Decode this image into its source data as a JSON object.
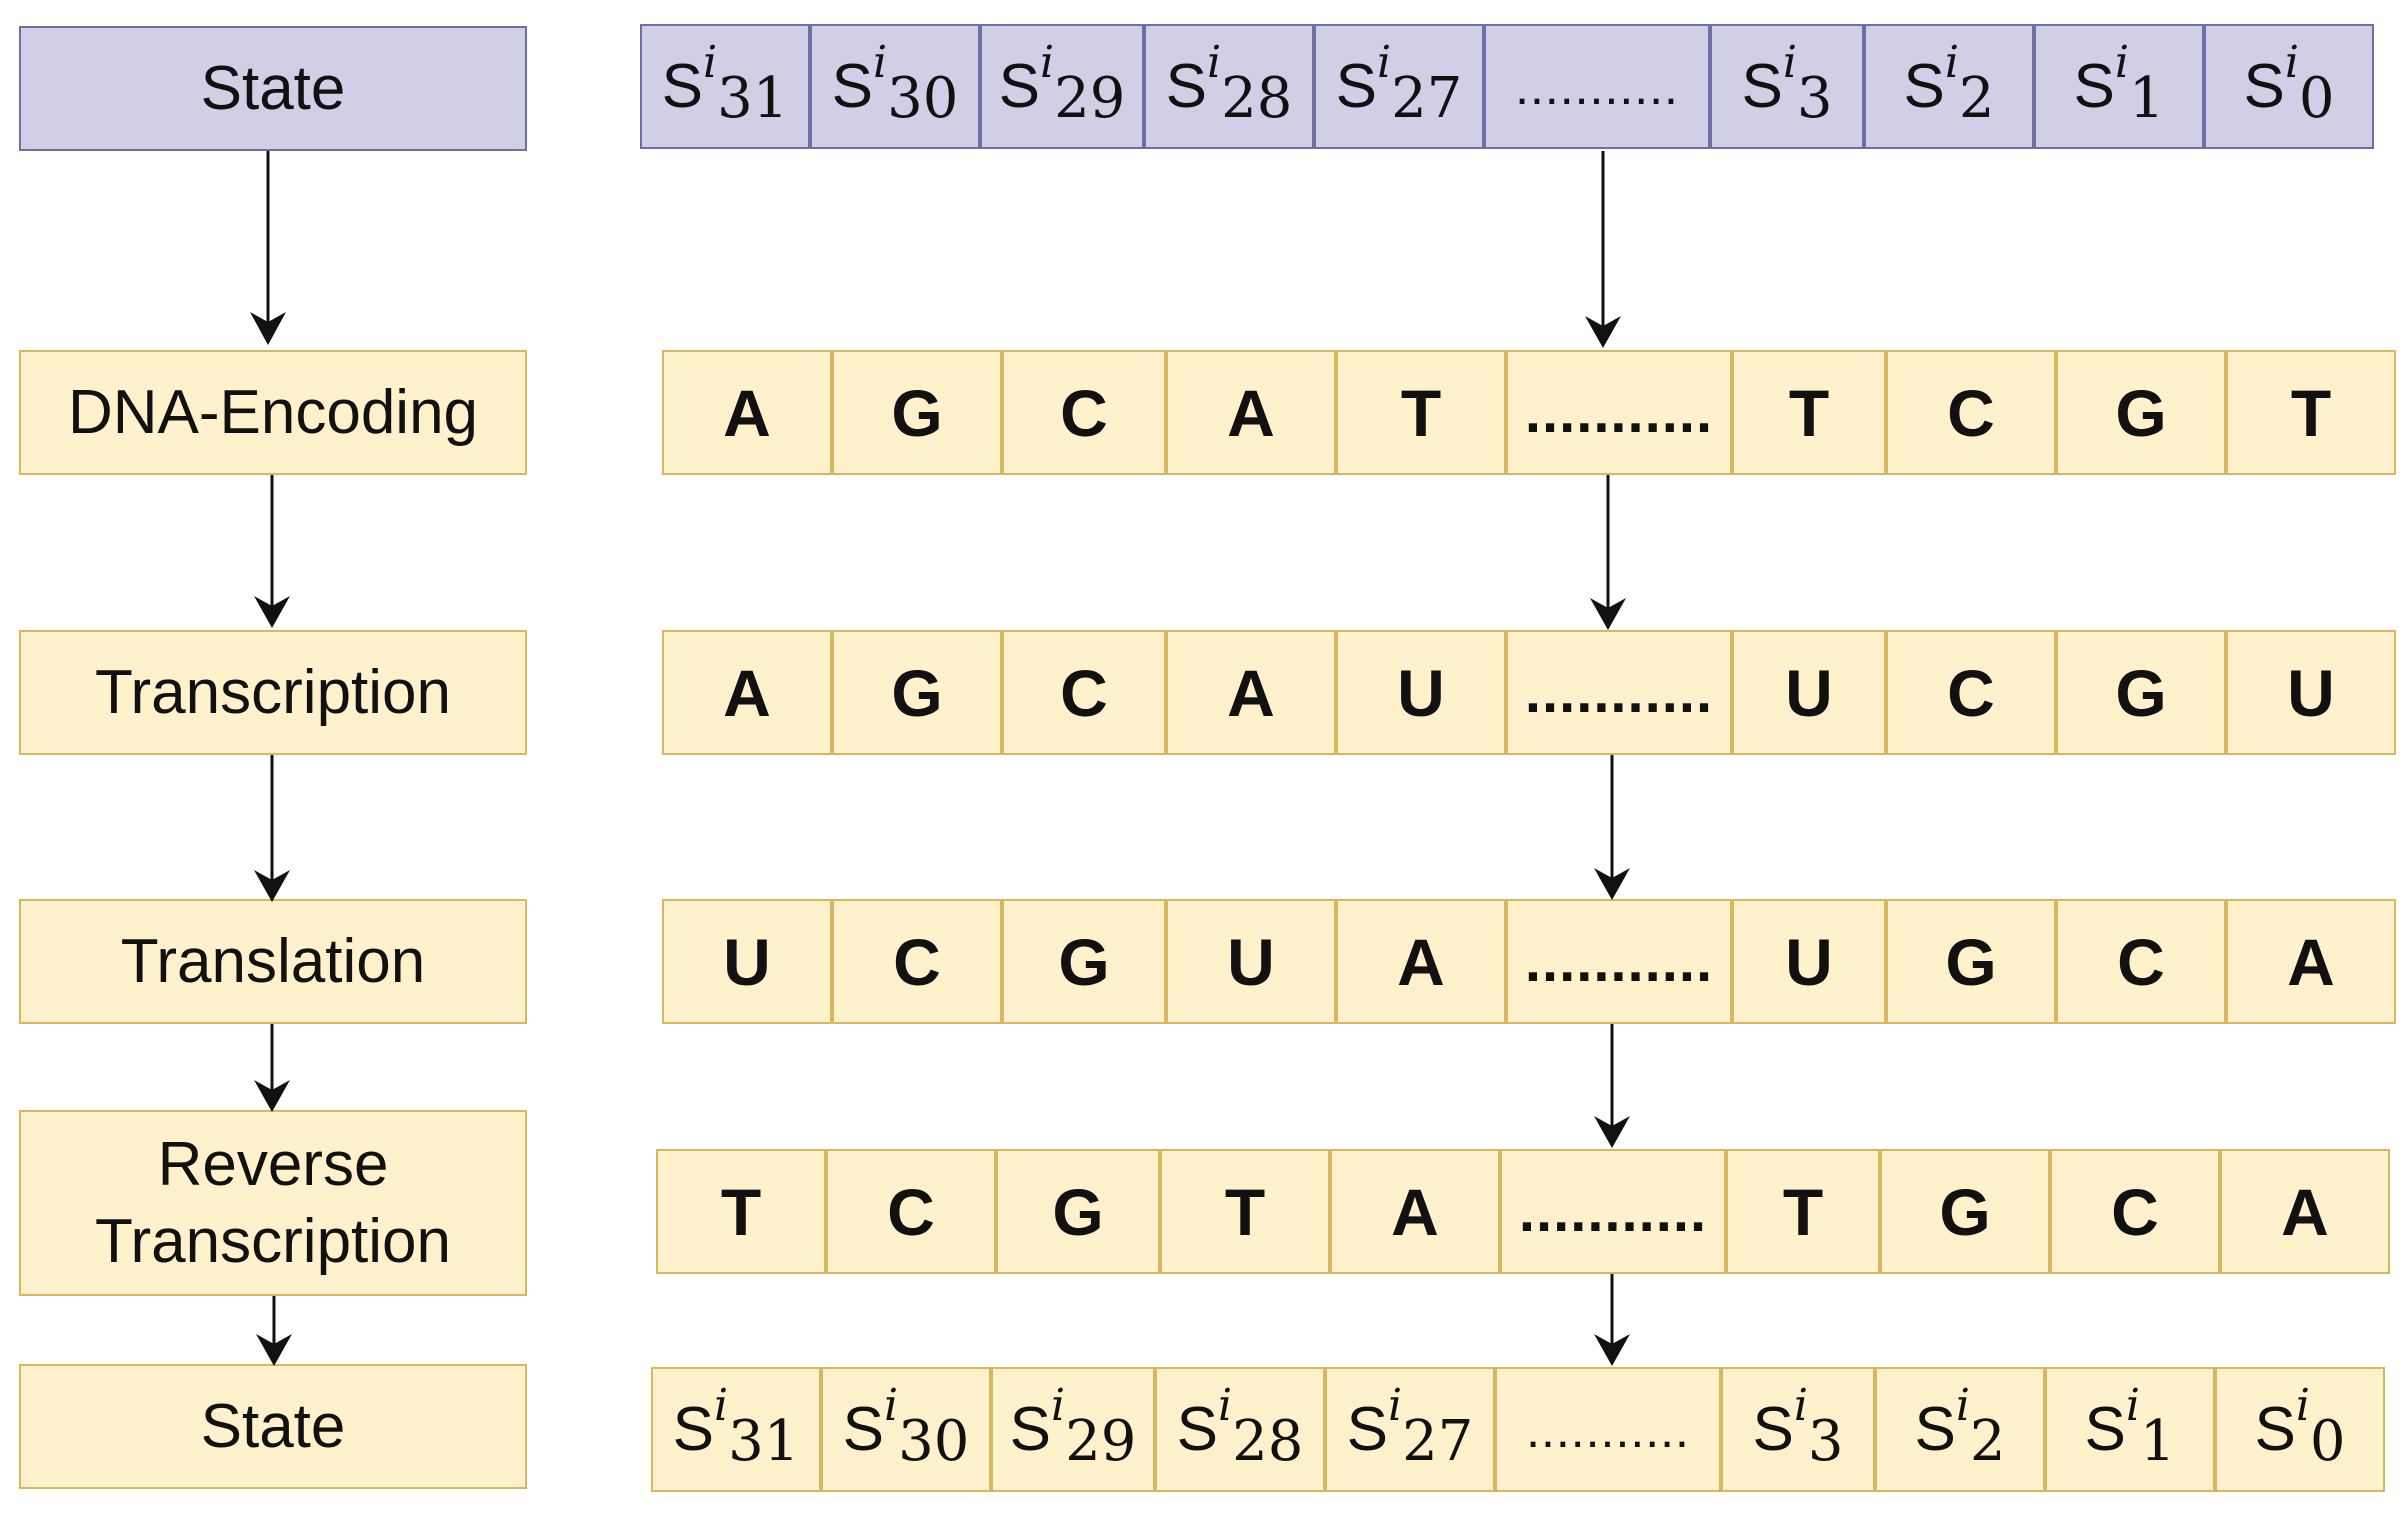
{
  "labels": [
    "State",
    "DNA-Encoding",
    "Transcription",
    "Translation",
    "Reverse Transcription",
    "State"
  ],
  "state_symbol": "S",
  "state_superscript": "i",
  "state_subscripts": [
    "31",
    "30",
    "29",
    "28",
    "27",
    "3",
    "2",
    "1",
    "0"
  ],
  "ellipsis": "...........",
  "dna_encoding": [
    "A",
    "G",
    "C",
    "A",
    "T",
    "T",
    "C",
    "G",
    "T"
  ],
  "transcription": [
    "A",
    "G",
    "C",
    "A",
    "U",
    "U",
    "C",
    "G",
    "U"
  ],
  "translation": [
    "U",
    "C",
    "G",
    "U",
    "A",
    "U",
    "G",
    "C",
    "A"
  ],
  "reverse_transcription": [
    "T",
    "C",
    "G",
    "T",
    "A",
    "T",
    "G",
    "C",
    "A"
  ],
  "colors": {
    "state_fill": "#d0cfe6",
    "state_border": "#6d6fa6",
    "step_fill": "#fff1cc",
    "step_border": "#d9b75e",
    "arrow": "#111111"
  }
}
